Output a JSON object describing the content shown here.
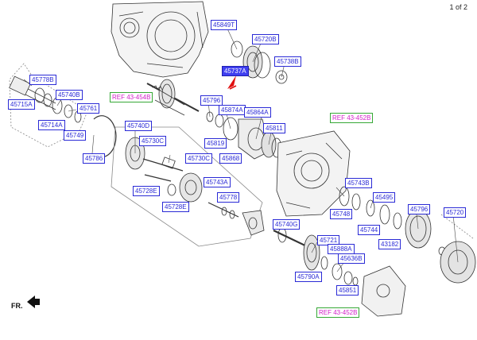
{
  "page_indicator": "1 of 2",
  "front_label": "FR.",
  "part_labels": {
    "p45849T": "45849T",
    "p45720B": "45720B",
    "p45738B": "45738B",
    "p45737A": "45737A",
    "p45778B": "45778B",
    "p45715A": "45715A",
    "p45740B": "45740B",
    "p45714A": "45714A",
    "p45761": "45761",
    "p45749": "45749",
    "p45786": "45786",
    "p45740D": "45740D",
    "p45730C_a": "45730C",
    "p45730C_b": "45730C",
    "p45728E_a": "45728E",
    "p45728E_b": "45728E",
    "p45743A": "45743A",
    "p45778": "45778",
    "p45796": "45796",
    "p45874A": "45874A",
    "p45864A": "45864A",
    "p45811": "45811",
    "p45819": "45819",
    "p45868": "45868",
    "p45743B": "45743B",
    "p45495": "45495",
    "p45748": "45748",
    "p45744": "45744",
    "p43182": "43182",
    "p45796b": "45796",
    "p45720": "45720",
    "p45740G": "45740G",
    "p45721": "45721",
    "p45888A": "45888A",
    "p45636B": "45636B",
    "p45790A": "45790A",
    "p45851": "45851"
  },
  "ref_labels": {
    "ref_454b": "REF 43-454B",
    "ref_452b_top": "REF 43-452B",
    "ref_452b_bottom": "REF 43-452B"
  },
  "colors": {
    "part_border": "#2a2ad6",
    "highlight_fill": "#3f3ff0",
    "ref_text": "#d21ec8",
    "ref_border": "#36a836",
    "pointer_arrow": "#e01010"
  }
}
